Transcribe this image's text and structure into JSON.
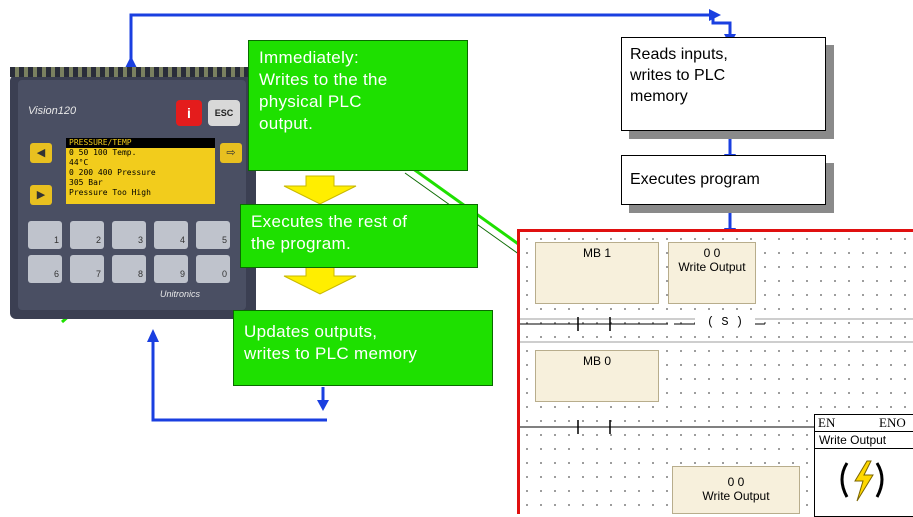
{
  "boxes": {
    "immediately": {
      "line1": "Immediately:",
      "line2": "Writes to the the",
      "line3": "physical PLC",
      "line4": "output."
    },
    "executes_rest": {
      "line1": "Executes the rest of",
      "line2": "the program."
    },
    "updates_outputs": {
      "line1": "Updates outputs,",
      "line2": "writes to PLC memory"
    },
    "reads_inputs": {
      "line1": "Reads inputs,",
      "line2": "writes to PLC",
      "line3": "memory"
    },
    "executes_program": {
      "label": "Executes program"
    }
  },
  "ladder": {
    "rung1_contact": "MB 1",
    "rung1_coil_addr": "0 0",
    "rung1_coil_label": "Write Output",
    "rung1_coil_symbol": "( S )",
    "rung2_contact": "MB 0",
    "fb_en": "EN",
    "fb_eno": "ENO",
    "fb_title": "Write Output",
    "rung2_output_addr": "0 0",
    "rung2_output_label": "Write Output"
  },
  "plc": {
    "brand": "Vision120",
    "info_key": "i",
    "esc_key": "ESC",
    "display": {
      "row1": "PRESSURE/TEMP",
      "row2": "0    50   100  Temp.",
      "row3": "               44°C",
      "row4": "0   200  400 Pressure",
      "row5": "              305 Bar",
      "row6": "Pressure Too High"
    },
    "keys_row1": [
      "1",
      "2",
      "3",
      "4",
      "5"
    ],
    "keys_row2": [
      "6",
      "7",
      "8",
      "9",
      "0"
    ],
    "maker": "Unitronics"
  },
  "colors": {
    "green_box": "#1ee000",
    "arrow_blue": "#1a3fe0",
    "arrow_yellow": "#ffee00",
    "ladder_border": "#e01010",
    "display_yellow": "#f2cc1c"
  },
  "icons": [
    "lightning-icon"
  ]
}
